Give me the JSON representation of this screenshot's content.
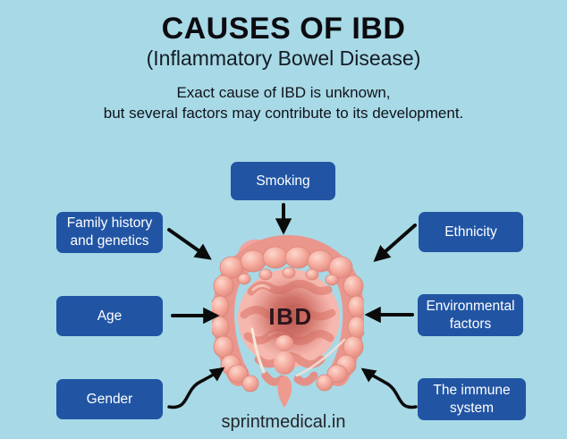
{
  "page": {
    "background_color": "#A8D9E6",
    "title": "CAUSES OF IBD",
    "subtitle": "(Inflammatory Bowel Disease)",
    "description_line1": "Exact cause of IBD is unknown,",
    "description_line2": "but several factors may contribute to its development.",
    "watermark": "sprintmedical.in"
  },
  "diagram": {
    "center_label": "IBD",
    "center_illustration": "large-intestine-colon-illustration",
    "box_color": "#2155A4",
    "box_text_color": "#FFFFFF",
    "arrow_color": "#0B0B0B",
    "factors": [
      {
        "id": "smoking",
        "label": "Smoking",
        "position": "top-center"
      },
      {
        "id": "family-history",
        "label": "Family history and genetics",
        "position": "left-top"
      },
      {
        "id": "age",
        "label": "Age",
        "position": "left-middle"
      },
      {
        "id": "gender",
        "label": "Gender",
        "position": "left-bottom"
      },
      {
        "id": "ethnicity",
        "label": "Ethnicity",
        "position": "right-top"
      },
      {
        "id": "environmental-factors",
        "label": "Environmental factors",
        "position": "right-middle"
      },
      {
        "id": "immune-system",
        "label": "The immune system",
        "position": "right-bottom"
      }
    ]
  }
}
